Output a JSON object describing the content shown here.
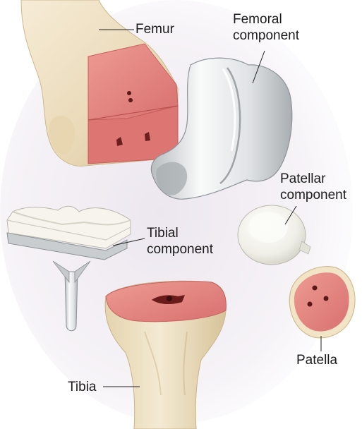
{
  "labels": {
    "femur": "Femur",
    "femoral_component_1": "Femoral",
    "femoral_component_2": "component",
    "patellar_component_1": "Patellar",
    "patellar_component_2": "component",
    "tibial_component_1": "Tibial",
    "tibial_component_2": "component",
    "patella": "Patella",
    "tibia": "Tibia"
  },
  "colors": {
    "bone": "#efe3c9",
    "bone_shadow": "#d9c7a2",
    "cut_surface": "#e07d7a",
    "metal": "#e9ebec",
    "plastic": "#f7f6f1"
  }
}
